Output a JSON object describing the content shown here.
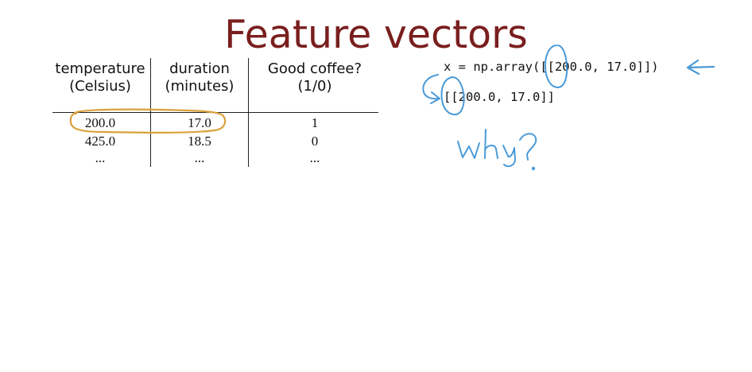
{
  "slide": {
    "title": "Feature vectors"
  },
  "table": {
    "columns": [
      {
        "line1": "temperature",
        "line2": "(Celsius)"
      },
      {
        "line1": "duration",
        "line2": "(minutes)"
      },
      {
        "line1": "Good coffee?",
        "line2": "(1/0)"
      }
    ],
    "rows": [
      [
        "200.0",
        "17.0",
        "1"
      ],
      [
        "425.0",
        "18.5",
        "0"
      ],
      [
        "...",
        "...",
        "..."
      ]
    ]
  },
  "code": {
    "statement": "x = np.array([[200.0, 17.0]])",
    "result": "[[200.0, 17.0]]"
  },
  "colors": {
    "title": "#7a1e1e",
    "highlight_orange": "#d9a13b",
    "annotation_blue": "#4a9ad8"
  },
  "annotation": {
    "handwriting": "why?"
  }
}
